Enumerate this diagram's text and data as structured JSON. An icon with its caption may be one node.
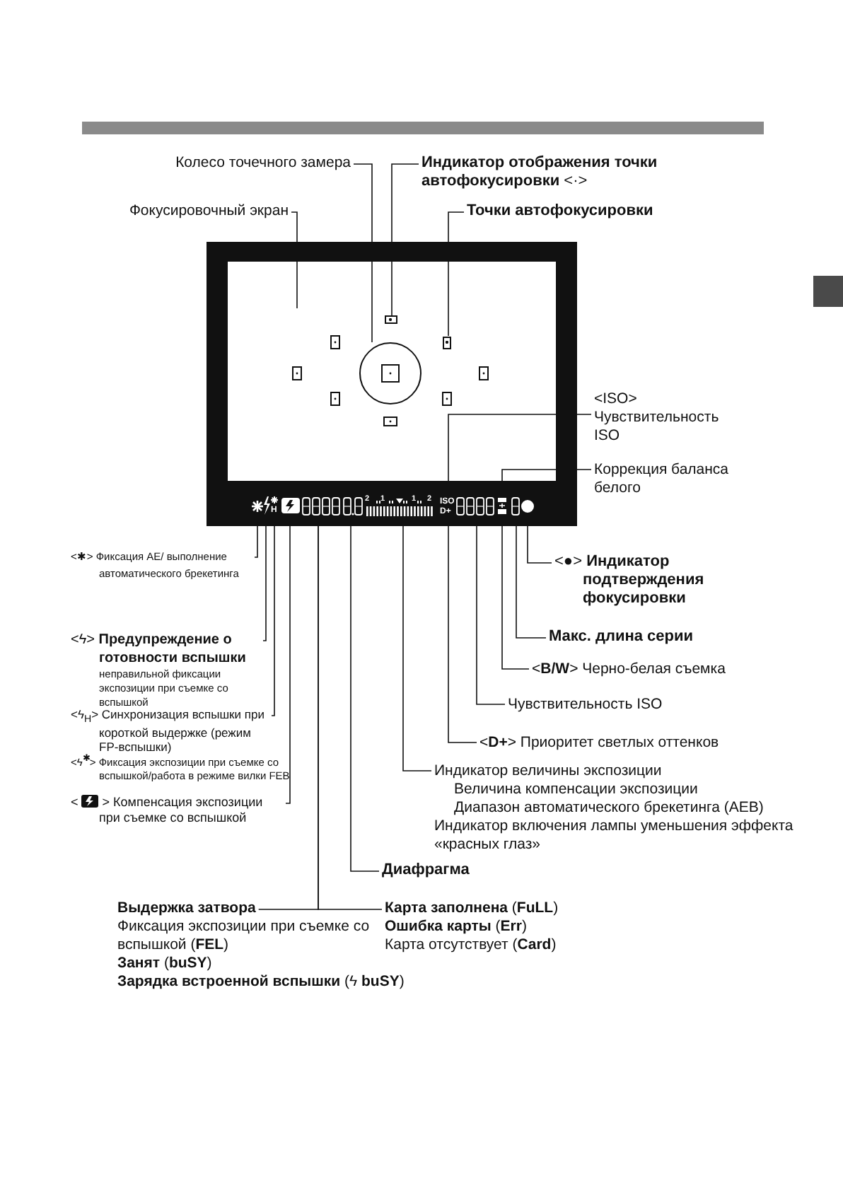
{
  "diagram": {
    "nodes": [
      {
        "text": [
          "Колесо точечного замера"
        ]
      },
      {
        "text": [
          "**Индикатор отображения точки автофокусировки** <·>"
        ]
      },
      {
        "text": [
          "Фокусировочный экран"
        ]
      },
      {
        "text": [
          "Точки автофокусировки"
        ]
      },
      {
        "text": [
          "<ISO>",
          "Чувствительность ISO"
        ]
      },
      {
        "text": [
          "Коррекция баланса белого"
        ]
      },
      {
        "text": [
          "<●> **Индикатор подтверждения фокусировки**"
        ]
      },
      {
        "text": [
          "Макс. длина серии"
        ]
      },
      {
        "text": [
          "<**B/W**> Черно-белая съемка"
        ]
      },
      {
        "text": [
          "Чувствительность ISO"
        ]
      },
      {
        "text": [
          "<**D+**> Приоритет светлых оттенков"
        ]
      },
      {
        "text": [
          "Индикатор величины экспозиции",
          "Величина компенсации экспозиции",
          "Диапазон автоматического брекетинга (AEB)",
          "Индикатор включения лампы уменьшения эффекта «красных глаз»"
        ]
      },
      {
        "text": [
          "Диафрагма"
        ]
      },
      {
        "text": [
          "Выдержка затвора",
          "Фиксация экспозиции при съемке со вспышкой (**FEL**)",
          "**Занят** (**buSY**)",
          "**Зарядка встроенной вспышки** (ϟ **buSY**)"
        ]
      },
      {
        "text": [
          "**Карта заполнена** (**FuLL**)",
          "**Ошибка карты** (**Err**)",
          "Карта отсутствует (**Card**)"
        ]
      },
      {
        "text": [
          "<✱> Фиксация AE/ выполнение автоматического брекетинга"
        ]
      },
      {
        "text": [
          "<ϟ> **Предупреждение о готовности вспышки**",
          "неправильной фиксации экспозиции при съемке со вспышкой"
        ]
      },
      {
        "text": [
          "<ϟ$_{H}$> Синхронизация вспышки при короткой выдержке (режим FP-вспышки)"
        ]
      },
      {
        "text": [
          "<",
          ">",
          "Компенсация экспозиции при съемке со вспышкой"
        ]
      },
      {
        "text": [],
        "shape": "box"
      },
      {
        "text": [],
        "shape": "circle",
        "in": 19
      },
      {
        "text": [],
        "shape": "box",
        "in": 19
      },
      {
        "text": [],
        "shape": "box",
        "in": 19
      }
    ],
    "edges": [
      {
        "from": 0,
        "to": 20,
        "arrow": "none"
      },
      {
        "from": 1,
        "to": 21,
        "arrow": "none"
      },
      {
        "from": 2,
        "to": 19,
        "arrow": "none"
      },
      {
        "from": 3,
        "to": 22,
        "arrow": "none"
      },
      {
        "from": 4,
        "to": 19,
        "arrow": "none"
      },
      {
        "from": 5,
        "to": 19,
        "arrow": "none"
      },
      {
        "from": 6,
        "to": 19,
        "arrow": "none"
      },
      {
        "from": 7,
        "to": 19,
        "arrow": "none"
      },
      {
        "from": 8,
        "to": 19,
        "arrow": "none"
      },
      {
        "from": 9,
        "to": 19,
        "arrow": "none"
      },
      {
        "from": 10,
        "to": 19,
        "arrow": "none"
      },
      {
        "from": 11,
        "to": 19,
        "arrow": "none"
      },
      {
        "from": 12,
        "to": 19,
        "arrow": "none"
      },
      {
        "from": 13,
        "to": 19,
        "arrow": "none"
      },
      {
        "from": 14,
        "to": 19,
        "arrow": "none"
      },
      {
        "from": 15,
        "to": 19,
        "arrow": "none"
      },
      {
        "from": 16,
        "to": 19,
        "arrow": "none"
      },
      {
        "from": 17,
        "to": 19,
        "arrow": "none"
      },
      {
        "from": 18,
        "to": 19,
        "arrow": "none"
      }
    ],
    "labels": [
      "H",
      "2",
      "1",
      "1",
      "2",
      "ISO",
      "D+",
      "<ϟ$^{✱}$> Фиксация экспозиции при съемке со вспышкой/работа в режиме вилки FEB"
    ]
  }
}
